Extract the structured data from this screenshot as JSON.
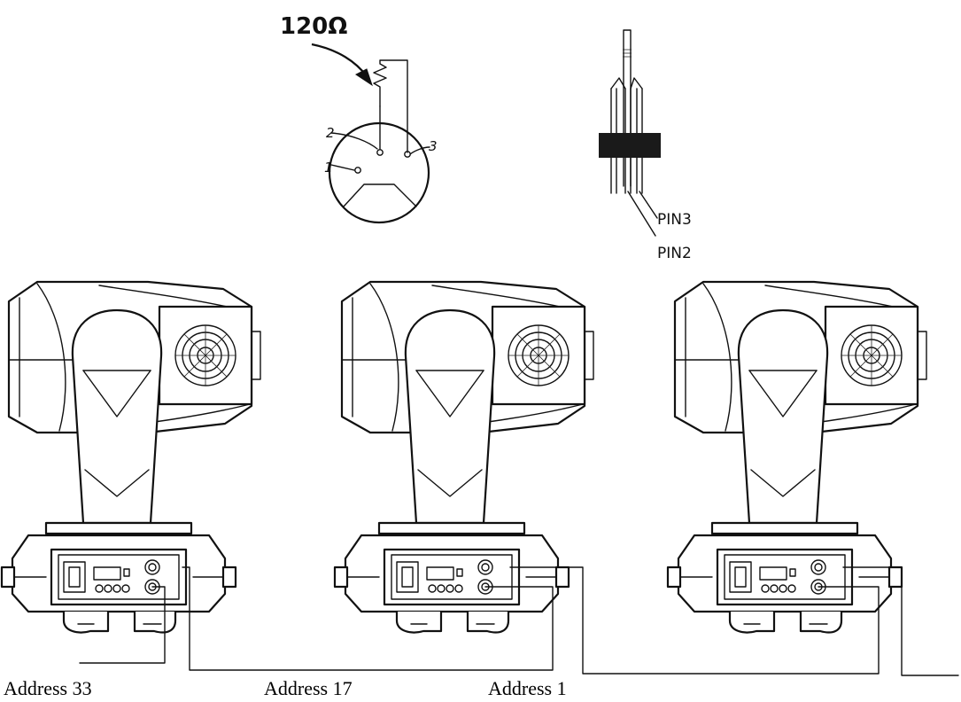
{
  "terminator": {
    "resistor_label": "120Ω",
    "pin_numbers": [
      "1",
      "2",
      "3"
    ]
  },
  "wiring": {
    "pin3_label": "PIN3",
    "pin2_label": "PIN2"
  },
  "fixtures": [
    {
      "address_label": "Address 33"
    },
    {
      "address_label": "Address 17"
    },
    {
      "address_label": "Address 1"
    }
  ]
}
